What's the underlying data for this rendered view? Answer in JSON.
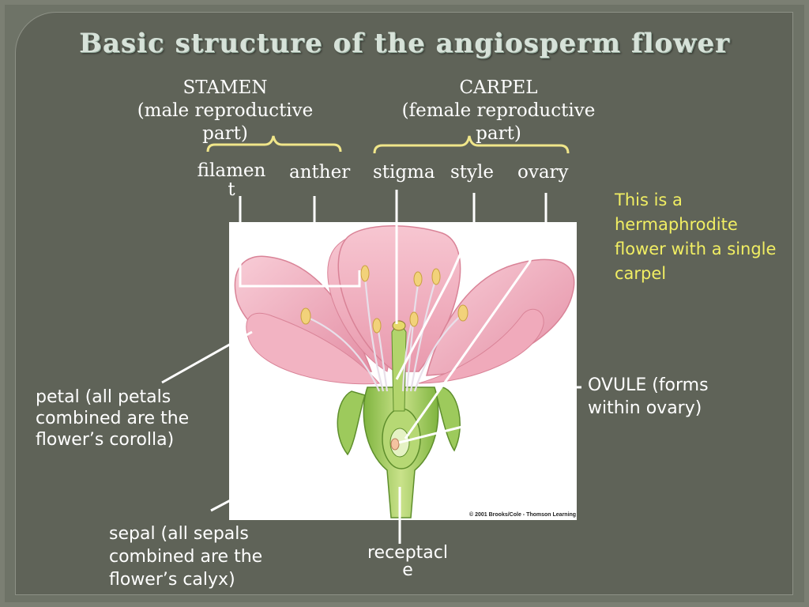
{
  "title": "Basic structure of the angiosperm flower",
  "stamen": {
    "heading": "STAMEN",
    "line1": "(male reproductive",
    "line2": "part)"
  },
  "carpel": {
    "heading": "CARPEL",
    "line1": "(female reproductive",
    "line2": "part)"
  },
  "parts": {
    "filament_a": "filamen",
    "filament_b": "t",
    "anther": "anther",
    "stigma": "stigma",
    "style": "style",
    "ovary": "ovary"
  },
  "note": {
    "line1": "This is a",
    "line2": "hermaphrodite",
    "line3": "flower with a single",
    "line4": "carpel"
  },
  "ovule": {
    "line1": "OVULE (forms",
    "line2": "within ovary)"
  },
  "petal": {
    "line1": "petal (all petals",
    "line2": "combined are the",
    "line3": "flower’s corolla)"
  },
  "sepal": {
    "line1": "sepal (all sepals",
    "line2": "combined are the",
    "line3": "flower’s calyx)"
  },
  "receptacle": {
    "line1": "receptacl",
    "line2": "e"
  },
  "credit": "© 2001 Brooks/Cole - Thomson Learning",
  "colors": {
    "background": "#5f6358",
    "note_text": "#f1ee63",
    "title_text": "#d7e2d9",
    "petal_pink": "#f4b9c6",
    "stem_green": "#9cc85a"
  }
}
